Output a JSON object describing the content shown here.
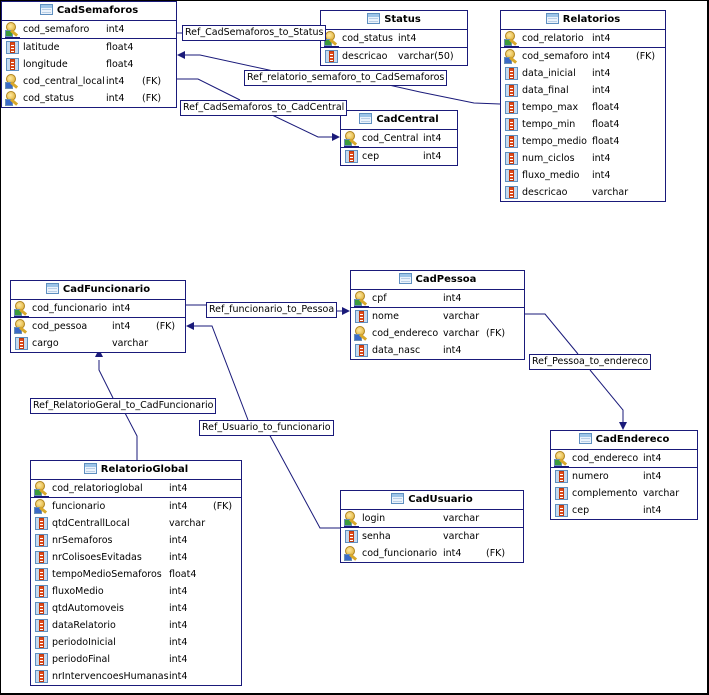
{
  "diagram": {
    "type": "entity-relationship",
    "tables": {
      "CadSemaforos": {
        "name": "CadSemaforos",
        "pk": [
          {
            "name": "cod_semaforo",
            "type": "int4",
            "fk": "",
            "icon": "primary-key-icon"
          }
        ],
        "cols": [
          {
            "name": "latitude",
            "type": "float4",
            "fk": "",
            "icon": "column-icon"
          },
          {
            "name": "longitude",
            "type": "float4",
            "fk": "",
            "icon": "column-icon"
          },
          {
            "name": "cod_central_local",
            "type": "int4",
            "fk": "(FK)",
            "icon": "foreign-key-icon"
          },
          {
            "name": "cod_status",
            "type": "int4",
            "fk": "(FK)",
            "icon": "foreign-key-icon"
          }
        ]
      },
      "Status": {
        "name": "Status",
        "pk": [
          {
            "name": "cod_status",
            "type": "int4",
            "fk": "",
            "icon": "primary-key-icon"
          }
        ],
        "cols": [
          {
            "name": "descricao",
            "type": "varchar(50)",
            "fk": "",
            "icon": "column-icon"
          }
        ]
      },
      "CadCentral": {
        "name": "CadCentral",
        "pk": [
          {
            "name": "cod_Central",
            "type": "int4",
            "fk": "",
            "icon": "primary-key-icon"
          }
        ],
        "cols": [
          {
            "name": "cep",
            "type": "int4",
            "fk": "",
            "icon": "column-icon"
          }
        ]
      },
      "Relatorios": {
        "name": "Relatorios",
        "pk": [
          {
            "name": "cod_relatorio",
            "type": "int4",
            "fk": "",
            "icon": "primary-key-icon"
          }
        ],
        "cols": [
          {
            "name": "cod_semaforo",
            "type": "int4",
            "fk": "(FK)",
            "icon": "foreign-key-icon"
          },
          {
            "name": "data_inicial",
            "type": "int4",
            "fk": "",
            "icon": "column-icon"
          },
          {
            "name": "data_final",
            "type": "int4",
            "fk": "",
            "icon": "column-icon"
          },
          {
            "name": "tempo_max",
            "type": "float4",
            "fk": "",
            "icon": "column-icon"
          },
          {
            "name": "tempo_min",
            "type": "float4",
            "fk": "",
            "icon": "column-icon"
          },
          {
            "name": "tempo_medio",
            "type": "float4",
            "fk": "",
            "icon": "column-icon"
          },
          {
            "name": "num_ciclos",
            "type": "int4",
            "fk": "",
            "icon": "column-icon"
          },
          {
            "name": "fluxo_medio",
            "type": "int4",
            "fk": "",
            "icon": "column-icon"
          },
          {
            "name": "descricao",
            "type": "varchar",
            "fk": "",
            "icon": "column-icon"
          }
        ]
      },
      "CadFuncionario": {
        "name": "CadFuncionario",
        "pk": [
          {
            "name": "cod_funcionario",
            "type": "int4",
            "fk": "",
            "icon": "primary-key-icon"
          }
        ],
        "cols": [
          {
            "name": "cod_pessoa",
            "type": "int4",
            "fk": "(FK)",
            "icon": "foreign-key-icon"
          },
          {
            "name": "cargo",
            "type": "varchar",
            "fk": "",
            "icon": "column-icon"
          }
        ]
      },
      "CadPessoa": {
        "name": "CadPessoa",
        "pk": [
          {
            "name": "cpf",
            "type": "int4",
            "fk": "",
            "icon": "primary-key-icon"
          }
        ],
        "cols": [
          {
            "name": "nome",
            "type": "varchar",
            "fk": "",
            "icon": "column-icon"
          },
          {
            "name": "cod_endereco",
            "type": "varchar",
            "fk": "(FK)",
            "icon": "foreign-key-icon"
          },
          {
            "name": "data_nasc",
            "type": "int4",
            "fk": "",
            "icon": "column-icon"
          }
        ]
      },
      "CadEndereco": {
        "name": "CadEndereco",
        "pk": [
          {
            "name": "cod_endereco",
            "type": "int4",
            "fk": "",
            "icon": "primary-key-icon"
          }
        ],
        "cols": [
          {
            "name": "numero",
            "type": "int4",
            "fk": "",
            "icon": "column-icon"
          },
          {
            "name": "complemento",
            "type": "varchar",
            "fk": "",
            "icon": "column-icon"
          },
          {
            "name": "cep",
            "type": "int4",
            "fk": "",
            "icon": "column-icon"
          }
        ]
      },
      "RelatorioGlobal": {
        "name": "RelatorioGlobal",
        "pk": [
          {
            "name": "cod_relatorioglobal",
            "type": "int4",
            "fk": "",
            "icon": "primary-key-icon"
          }
        ],
        "cols": [
          {
            "name": "funcionario",
            "type": "int4",
            "fk": "(FK)",
            "icon": "foreign-key-icon"
          },
          {
            "name": "qtdCentrallLocal",
            "type": "varchar",
            "fk": "",
            "icon": "column-icon"
          },
          {
            "name": "nrSemaforos",
            "type": "int4",
            "fk": "",
            "icon": "column-icon"
          },
          {
            "name": "nrColisoesEvitadas",
            "type": "int4",
            "fk": "",
            "icon": "column-icon"
          },
          {
            "name": "tempoMedioSemaforos",
            "type": "float4",
            "fk": "",
            "icon": "column-icon"
          },
          {
            "name": "fluxoMedio",
            "type": "int4",
            "fk": "",
            "icon": "column-icon"
          },
          {
            "name": "qtdAutomoveis",
            "type": "int4",
            "fk": "",
            "icon": "column-icon"
          },
          {
            "name": "dataRelatorio",
            "type": "int4",
            "fk": "",
            "icon": "column-icon"
          },
          {
            "name": "periodoInicial",
            "type": "int4",
            "fk": "",
            "icon": "column-icon"
          },
          {
            "name": "periodoFinal",
            "type": "int4",
            "fk": "",
            "icon": "column-icon"
          },
          {
            "name": "nrIntervencoesHumanas",
            "type": "int4",
            "fk": "",
            "icon": "column-icon"
          }
        ]
      },
      "CadUsuario": {
        "name": "CadUsuario",
        "pk": [
          {
            "name": "login",
            "type": "varchar",
            "fk": "",
            "icon": "primary-key-icon"
          }
        ],
        "cols": [
          {
            "name": "senha",
            "type": "varchar",
            "fk": "",
            "icon": "column-icon"
          },
          {
            "name": "cod_funcionario",
            "type": "int4",
            "fk": "(FK)",
            "icon": "foreign-key-icon"
          }
        ]
      }
    },
    "relationships": [
      {
        "label": "Ref_CadSemaforos_to_Status",
        "from": "CadSemaforos",
        "to": "Status"
      },
      {
        "label": "Ref_relatorio_semaforo_to_CadSemaforos",
        "from": "Relatorios",
        "to": "CadSemaforos"
      },
      {
        "label": "Ref_CadSemaforos_to_CadCentral",
        "from": "CadSemaforos",
        "to": "CadCentral"
      },
      {
        "label": "Ref_funcionario_to_Pessoa",
        "from": "CadFuncionario",
        "to": "CadPessoa"
      },
      {
        "label": "Ref_Pessoa_to_endereco",
        "from": "CadPessoa",
        "to": "CadEndereco"
      },
      {
        "label": "Ref_RelatorioGeral_to_CadFuncionario",
        "from": "RelatorioGlobal",
        "to": "CadFuncionario"
      },
      {
        "label": "Ref_Usuario_to_funcionario",
        "from": "CadUsuario",
        "to": "CadFuncionario"
      }
    ]
  }
}
